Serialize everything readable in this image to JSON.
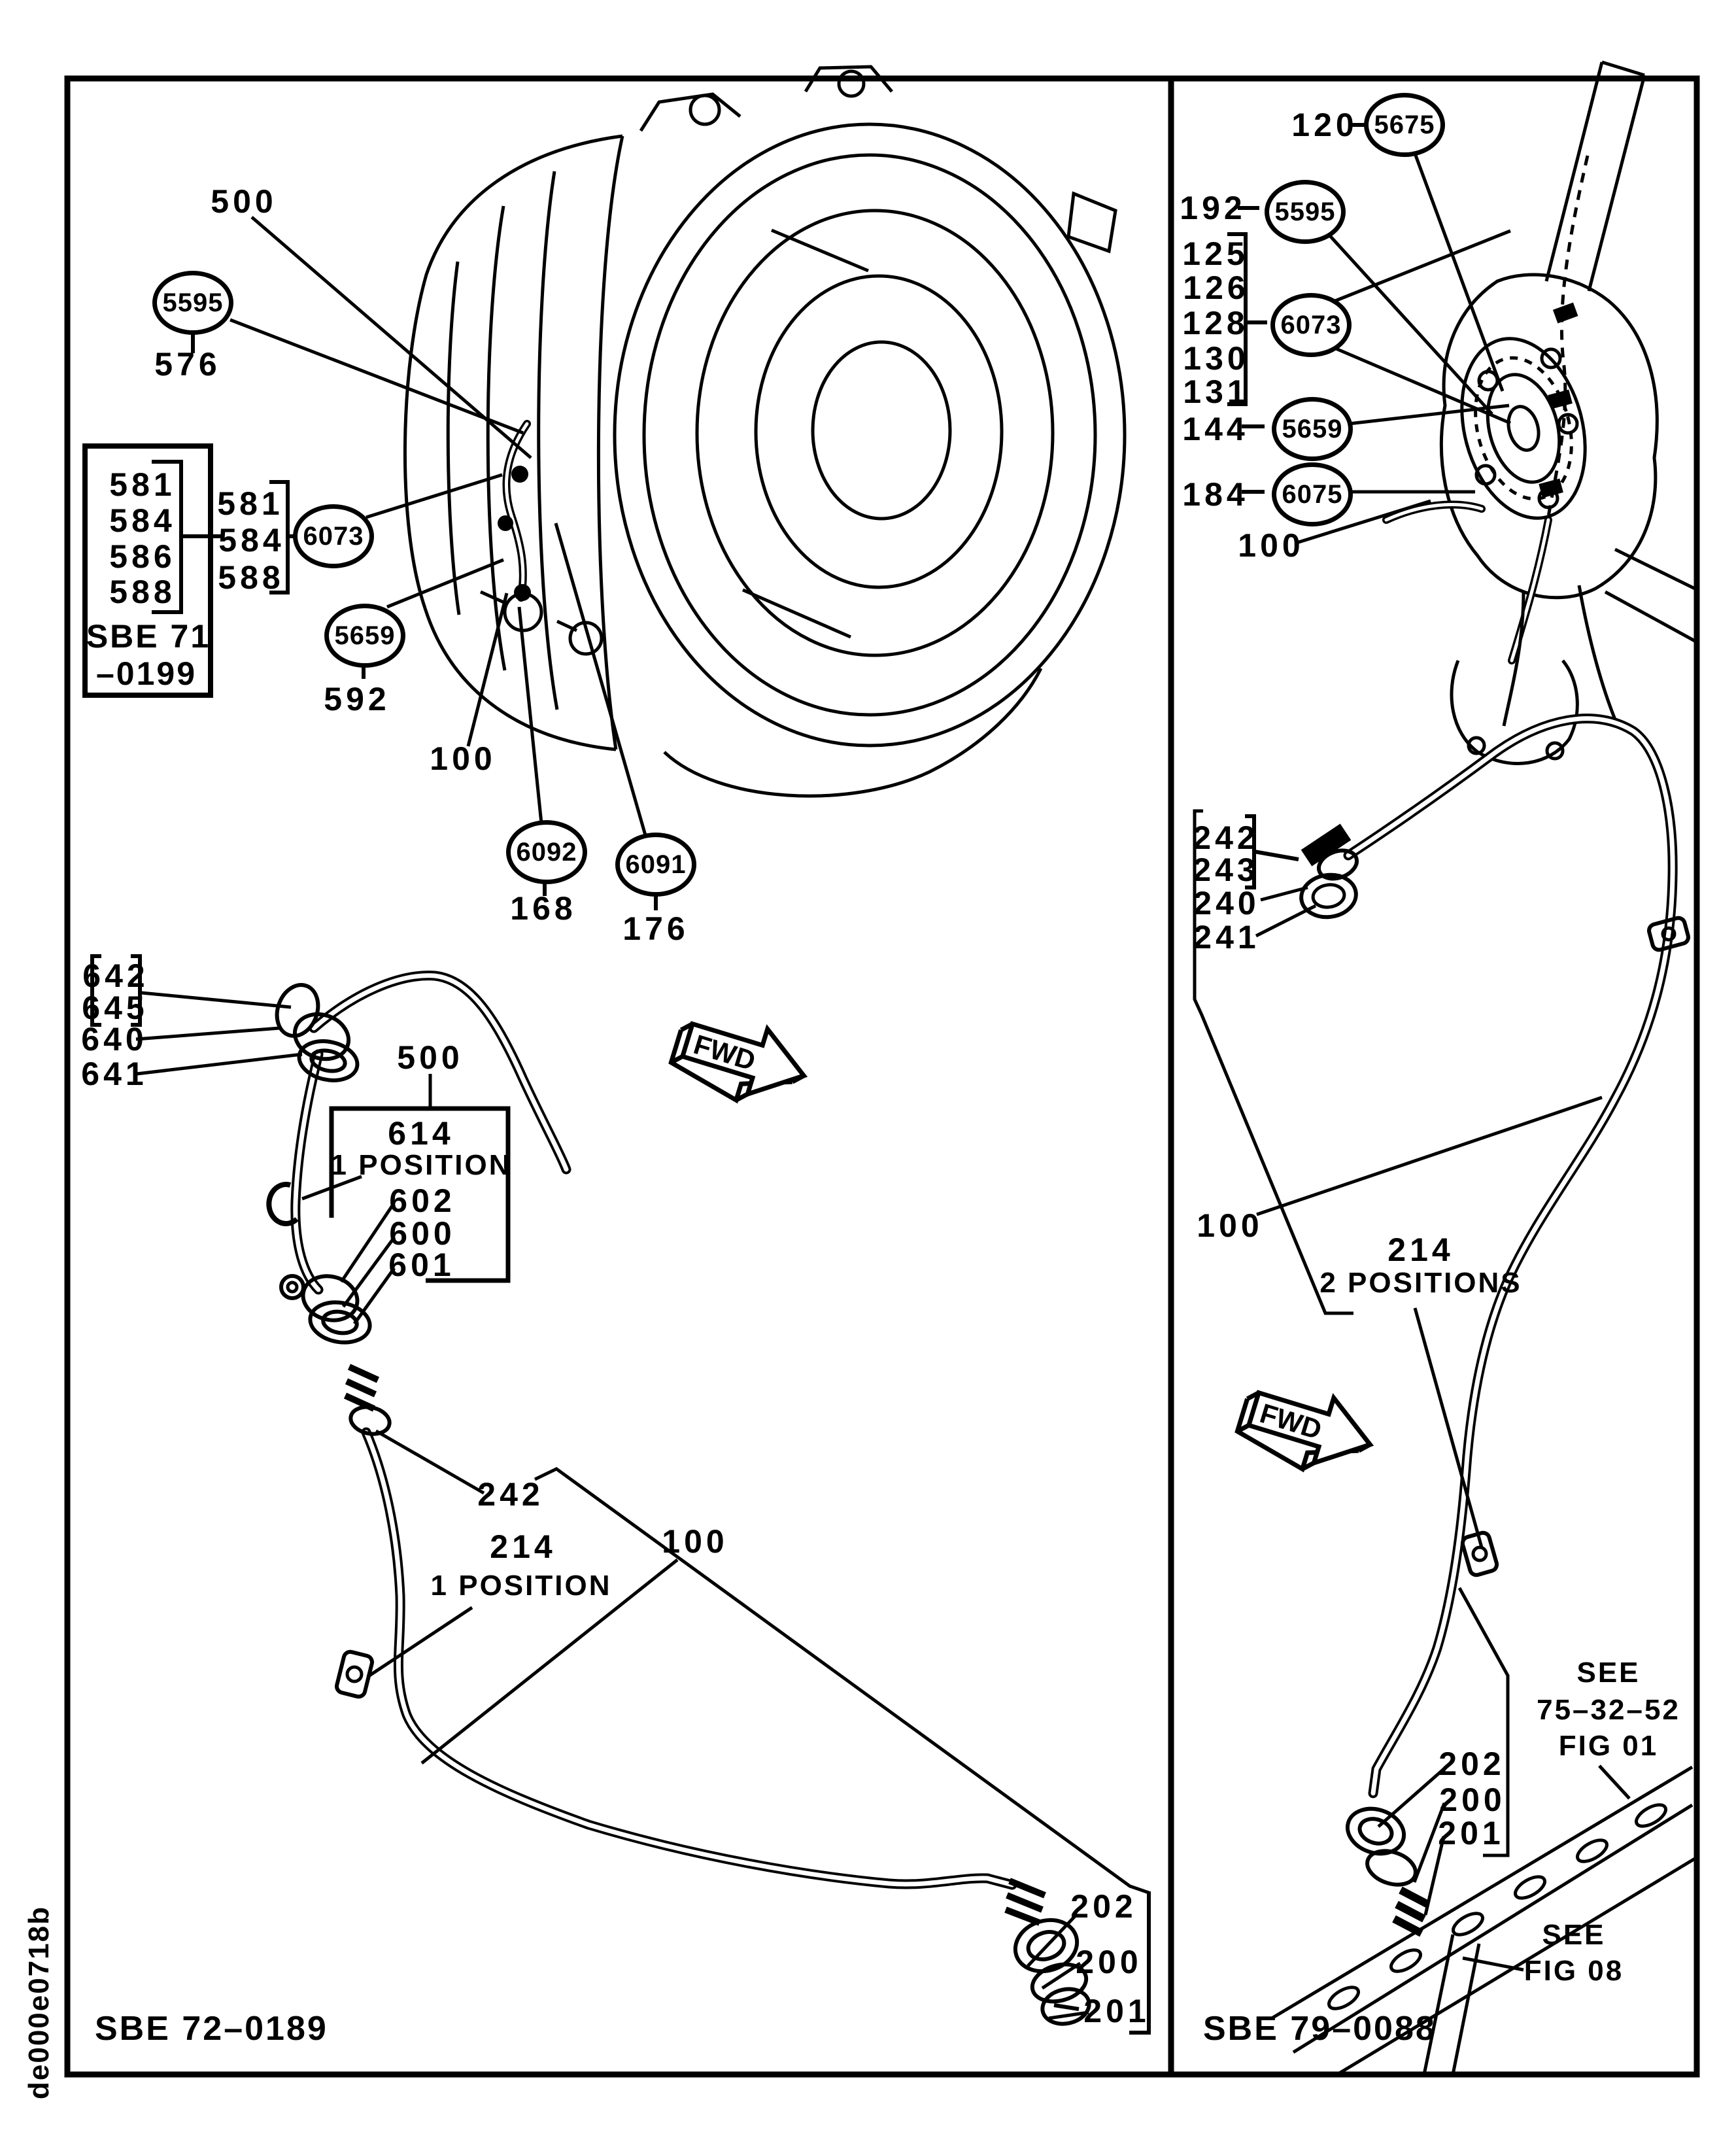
{
  "code": "de000e0718b",
  "fwd": "FWD",
  "left": {
    "figure_id": "SBE 72–0189",
    "c500_top": "500",
    "c5595": "5595",
    "c576": "576",
    "inset_rows": [
      "581",
      "584",
      "586",
      "588"
    ],
    "inset_ref1": "SBE 71",
    "inset_ref2": "–0199",
    "group581_rows": [
      "581",
      "584",
      "588"
    ],
    "c6073": "6073",
    "c5659": "5659",
    "c592": "592",
    "c100_engine": "100",
    "c6092": "6092",
    "c168": "168",
    "c6091": "6091",
    "c176": "176",
    "c642": "642",
    "c645": "645",
    "c640": "640",
    "c641": "641",
    "c500_pipe": "500",
    "c614": "614",
    "c614_note": "1 POSITION",
    "c602": "602",
    "c600": "600",
    "c601": "601",
    "c242": "242",
    "c214": "214",
    "c214_note": "1 POSITION",
    "c100_pipe": "100",
    "c202": "202",
    "c200": "200",
    "c201": "201"
  },
  "right": {
    "figure_id": "SBE 79–0088",
    "c120": "120",
    "c5675": "5675",
    "c192": "192",
    "c5595": "5595",
    "group125_rows": [
      "125",
      "126",
      "128",
      "130",
      "131"
    ],
    "c6073": "6073",
    "c144": "144",
    "c5659": "5659",
    "c184": "184",
    "c6075": "6075",
    "c100_upper": "100",
    "c242": "242",
    "c243": "243",
    "c240": "240",
    "c241": "241",
    "c100_pipe": "100",
    "c214": "214",
    "c214_note": "2 POSITIONS",
    "see_fig01": [
      "SEE",
      "75–32–52",
      "FIG 01"
    ],
    "c202": "202",
    "c200": "200",
    "c201": "201",
    "see_fig08": [
      "SEE",
      "FIG 08"
    ]
  }
}
